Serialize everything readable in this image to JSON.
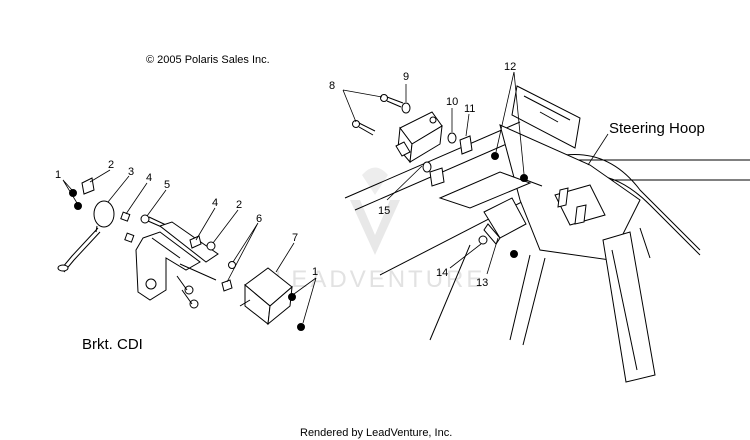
{
  "copyright": "© 2005 Polaris Sales Inc.",
  "footer": "Rendered by LeadVenture, Inc.",
  "watermark_text": "LEADVENTURE",
  "labels": {
    "brkt_cdi": "Brkt. CDI",
    "steering_hoop": "Steering Hoop"
  },
  "callouts": {
    "c1a": "1",
    "c2a": "2",
    "c3": "3",
    "c4a": "4",
    "c5": "5",
    "c4b": "4",
    "c2b": "2",
    "c6": "6",
    "c7": "7",
    "c1b": "1",
    "c8": "8",
    "c9": "9",
    "c10": "10",
    "c11": "11",
    "c12": "12",
    "c15": "15",
    "c14": "14",
    "c13": "13"
  }
}
